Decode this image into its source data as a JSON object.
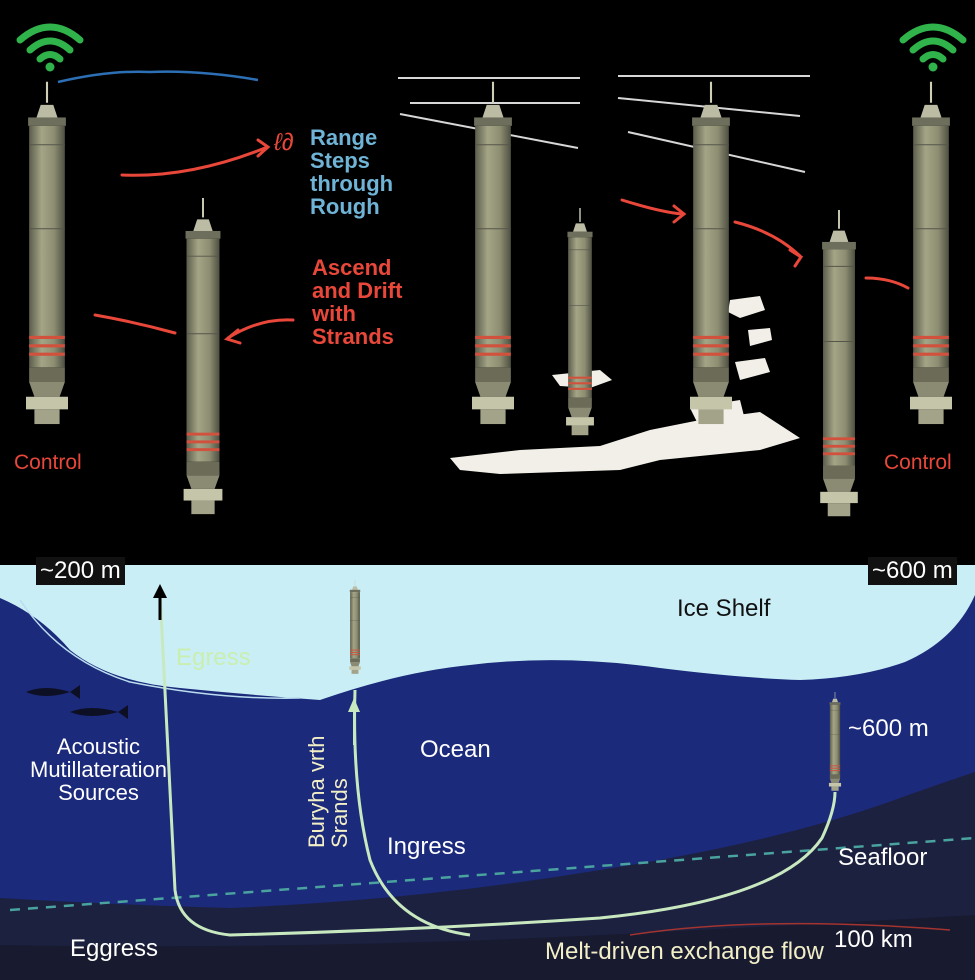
{
  "colors": {
    "background": "#000000",
    "ice_shelf": "#c9eef6",
    "ocean": "#1b2a7a",
    "seafloor": "#1c2140",
    "probe_body": "#9a9a7c",
    "probe_band": "#d2513d",
    "red_arrow": "#e8473a",
    "cyan_path": "#6fb4d6",
    "egress_label": "#c9efb0"
  },
  "icons": [
    "wifi-icon",
    "wifi-icon",
    "fish-icon",
    "fish-icon"
  ],
  "labels": {
    "control_left": "Control",
    "control_right": "Control",
    "range_steps": [
      "Range",
      "Steps",
      "through",
      "Rough"
    ],
    "ascend_drift": [
      "Ascend",
      "and Drift",
      "with",
      "Strands"
    ],
    "odd_glyph": "ℓ∂",
    "depth_left": "~200 m",
    "depth_right": "~600 m",
    "ice_shelf": "Ice Shelf",
    "egress": "Egress",
    "acoustic": [
      "Acoustic",
      "Mutillateration",
      "Sources"
    ],
    "ocean": "Ocean",
    "burying": [
      "Buryha vrth",
      "Srands"
    ],
    "ingress": "Ingress",
    "probe_depth": "~600 m",
    "seafloor": "Seafloor",
    "eggress": "Eggress",
    "melt_flow": "Melt-driven exchange flow",
    "distance": "100 km"
  }
}
